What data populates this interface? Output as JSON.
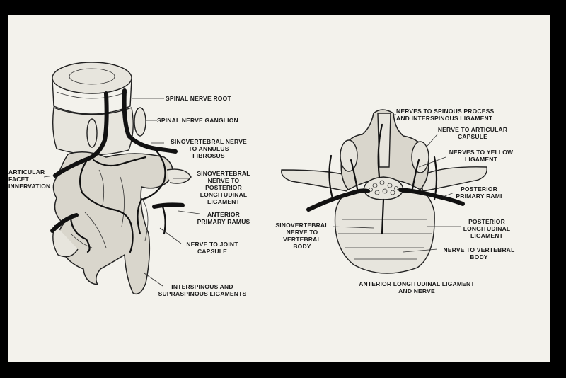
{
  "labels": {
    "spinal_nerve_root": "SPINAL NERVE ROOT",
    "spinal_nerve_ganglion": "SPINAL NERVE GANGLION",
    "sinovertebral_annulus": "SINOVERTEBRAL NERVE\nTO ANNULUS\nFIBROSUS",
    "articular_facet": "ARTICULAR\nFACET\nINNERVATION",
    "sinovertebral_posterior": "SINOVERTEBRAL\nNERVE TO\nPOSTERIOR\nLONGITUDINAL\nLIGAMENT",
    "anterior_primary_ramus": "ANTERIOR\nPRIMARY RAMUS",
    "nerve_joint_capsule": "NERVE TO JOINT\nCAPSULE",
    "interspinous": "INTERSPINOUS AND\nSUPRASPINOUS LIGAMENTS",
    "nerves_spinous": "NERVES TO SPINOUS PROCESS\nAND INTERSPINOUS LIGAMENT",
    "nerve_articular_capsule": "NERVE TO ARTICULAR\nCAPSULE",
    "nerves_yellow": "NERVES TO YELLOW\nLIGAMENT",
    "posterior_primary_rami": "POSTERIOR\nPRIMARY RAMI",
    "sinovertebral_vertebral": "SINOVERTEBRAL\nNERVE TO\nVERTEBRAL\nBODY",
    "posterior_longitudinal": "POSTERIOR\nLONGITUDINAL\nLIGAMENT",
    "nerve_vertebral_body": "NERVE TO VERTEBRAL\nBODY",
    "anterior_longitudinal": "ANTERIOR LONGITUDINAL LIGAMENT\nAND NERVE"
  }
}
